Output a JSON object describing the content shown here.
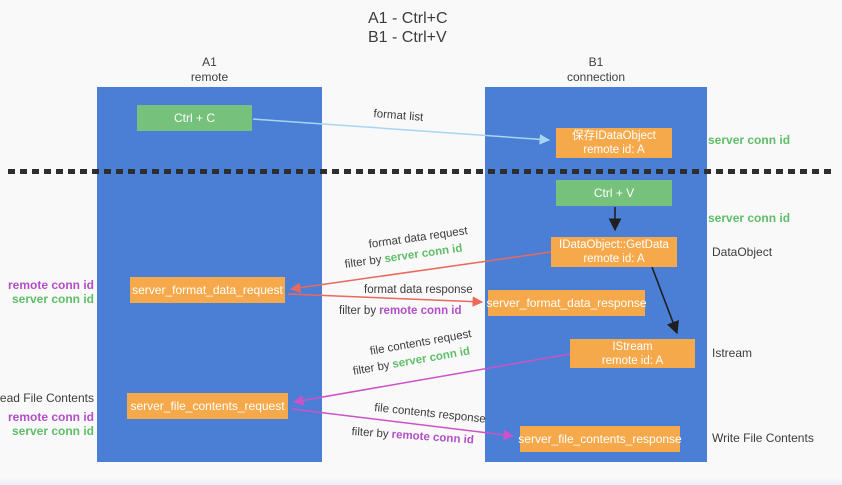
{
  "title": {
    "line1": "A1 - Ctrl+C",
    "line2": "B1 - Ctrl+V"
  },
  "columns": {
    "a1": {
      "name": "A1",
      "subtitle": "remote"
    },
    "b1": {
      "name": "B1",
      "subtitle": "connection"
    }
  },
  "nodes": {
    "ctrl_c": {
      "label": "Ctrl + C"
    },
    "save_idataobject": {
      "line1": "保存IDataObject",
      "line2": "remote id: A"
    },
    "ctrl_v": {
      "label": "Ctrl + V"
    },
    "getdata": {
      "line1": "IDataObject::GetData",
      "line2": "remote id: A"
    },
    "istream": {
      "line1": "IStream",
      "line2": "remote id: A"
    },
    "format_data_request": {
      "label": "server_format_data_request"
    },
    "format_data_response": {
      "label": "server_format_data_response"
    },
    "file_contents_request": {
      "label": "server_file_contents_request"
    },
    "file_contents_response": {
      "label": "server_file_contents_response"
    }
  },
  "side_labels": {
    "right_server_conn_id_top": "server conn id",
    "right_server_conn_id_mid": "server conn id",
    "right_dataobject": "DataObject",
    "right_istream": "Istream",
    "right_write_file_contents": "Write File Contents",
    "left_remote_conn_id_1": "remote conn id",
    "left_server_conn_id_1": "server conn id",
    "left_read_file_contents": "Read File Contents",
    "left_remote_conn_id_2": "remote conn id",
    "left_server_conn_id_2": "server conn id"
  },
  "arrow_labels": {
    "format_list": "format list",
    "format_data_request": "format data request",
    "filter1_prefix": "filter by",
    "filter1_value": "server conn id",
    "format_data_response": "format data response",
    "filter2_prefix": "filter by",
    "filter2_value": "remote conn id",
    "file_contents_request": "file contents request",
    "filter3_prefix": "filter by",
    "filter3_value": "server conn id",
    "file_contents_response": "file contents response",
    "filter4_prefix": "filter by",
    "filter4_value": "remote conn id"
  },
  "colors": {
    "background": "#f9f9f9",
    "column-blue": "#4a7fd5",
    "box-green": "#76c17b",
    "box-orange": "#f6a94b",
    "green-id": "#5fbd68",
    "purple-id": "#b24fc8",
    "arrow-lightblue": "#a8d6f2",
    "arrow-red": "#ea685c",
    "arrow-magenta": "#cd52c8",
    "arrow-black": "#1f1f1f",
    "text-dark": "#3c3c3c"
  }
}
